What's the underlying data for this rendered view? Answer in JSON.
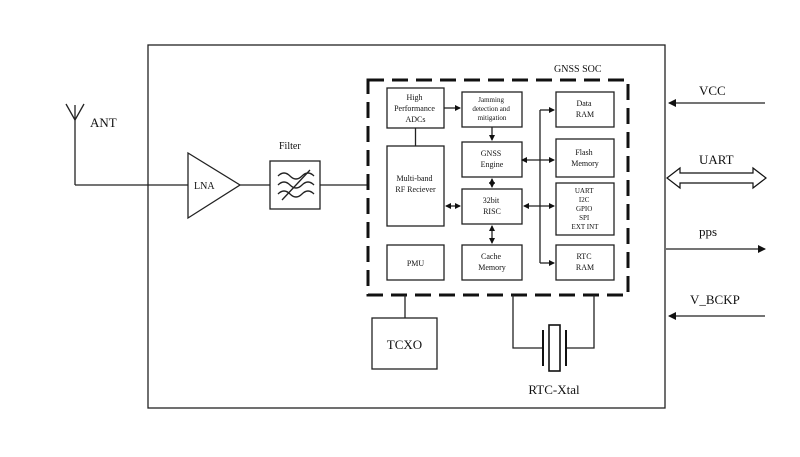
{
  "diagram": {
    "soc_title": "GNSS SOC",
    "antenna": "ANT",
    "lna": "LNA",
    "filter": "Filter",
    "blocks": {
      "adcs": [
        "High",
        "Performance",
        "ADCs"
      ],
      "jamming": [
        "Jamming",
        "detection and",
        "mitigation"
      ],
      "data_ram": [
        "Data",
        "RAM"
      ],
      "rf_receiver": [
        "Multi-band",
        "RF Reciever"
      ],
      "gnss_engine": [
        "GNSS",
        "Engine"
      ],
      "flash_memory": [
        "Flash",
        "Memory"
      ],
      "risc": [
        "32bit",
        "RISC"
      ],
      "interfaces": [
        "UART",
        "I2C",
        "GPIO",
        "SPI",
        "EXT INT"
      ],
      "pmu": "PMU",
      "cache_memory": [
        "Cache",
        "Memory"
      ],
      "rtc_ram": [
        "RTC",
        "RAM"
      ]
    },
    "tcxo": "TCXO",
    "rtc_xtal": "RTC-Xtal",
    "signals": {
      "vcc": "VCC",
      "uart": "UART",
      "pps": "pps",
      "v_bckp": "V_BCKP"
    }
  }
}
